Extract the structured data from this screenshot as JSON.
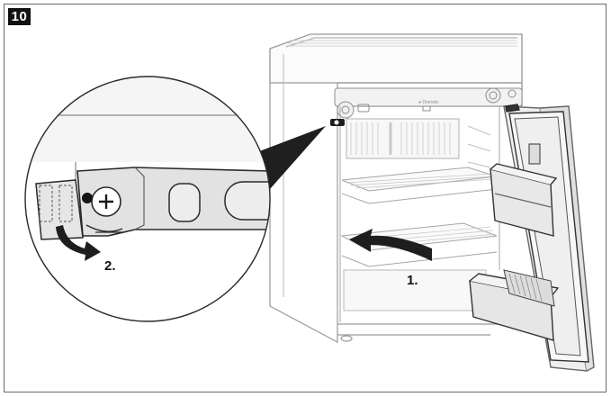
{
  "figure": {
    "number": "10"
  },
  "steps": [
    {
      "id": "step-1",
      "label": "1."
    },
    {
      "id": "step-2",
      "label": "2."
    }
  ],
  "colors": {
    "frame": "#6b6b6b",
    "line": "#1a1a1a",
    "light_line": "#8a8a8a",
    "part_fill": "#e3e3e3",
    "arrow_fill": "#1e1e1e"
  },
  "icons": [
    "hinge-screw-icon",
    "rotate-arrow-icon",
    "push-arrow-icon"
  ]
}
